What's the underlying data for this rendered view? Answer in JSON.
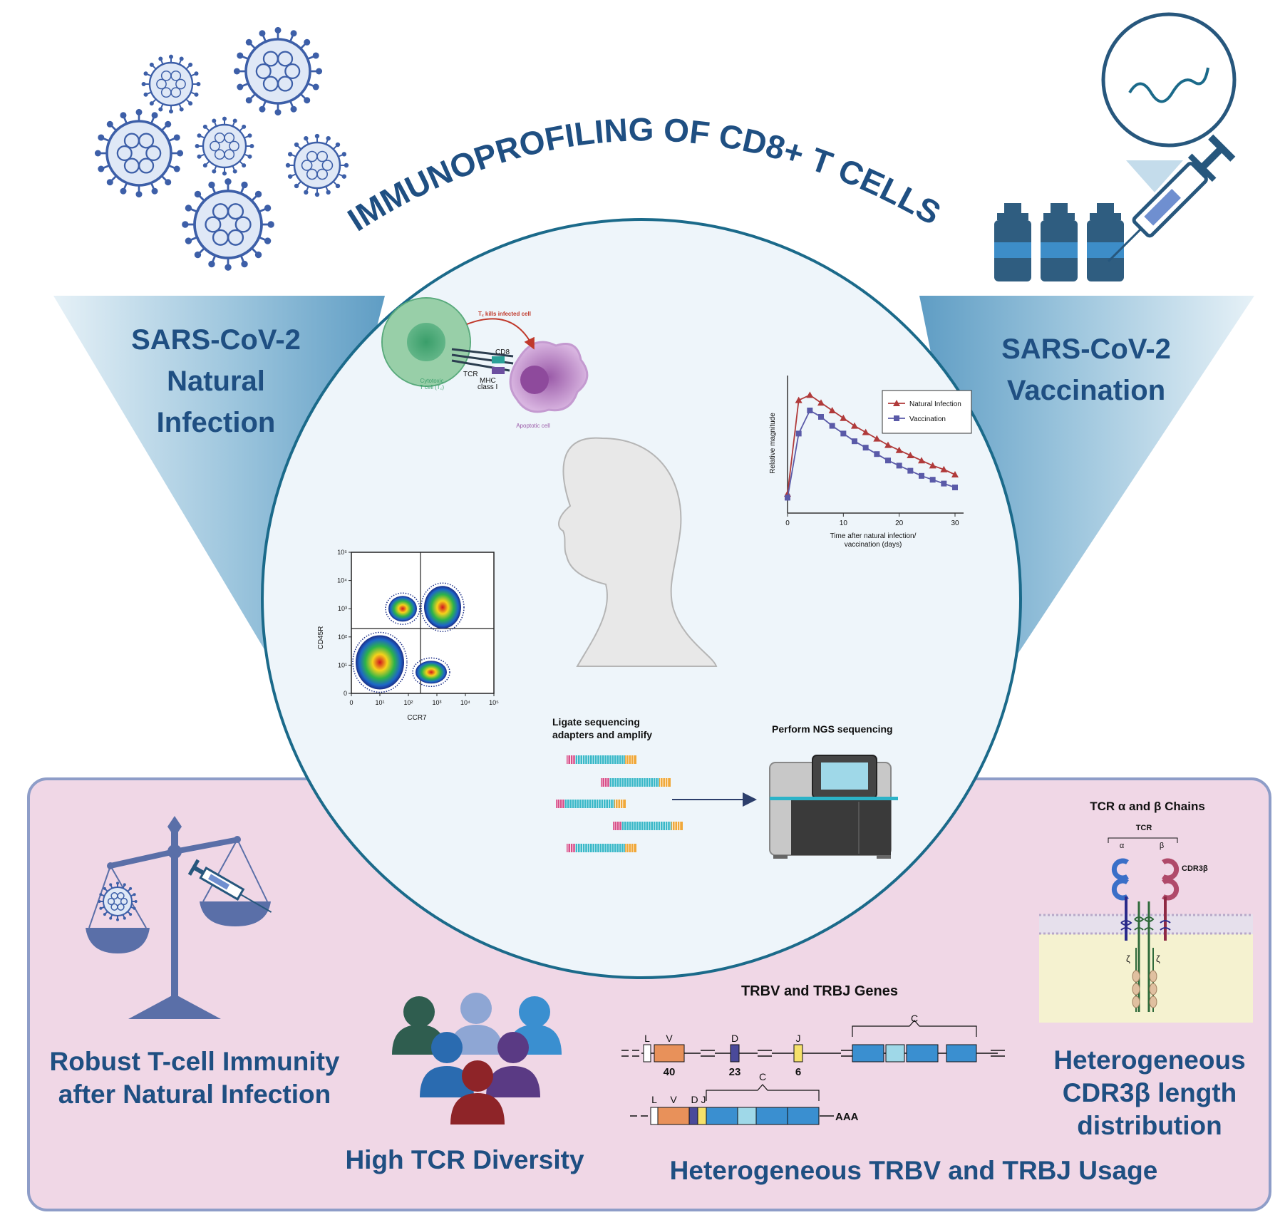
{
  "title": "IMMUNOPROFILING OF CD8+ T CELLS",
  "left_panel": {
    "line1": "SARS-CoV-2",
    "line2": "Natural",
    "line3": "Infection"
  },
  "right_panel": {
    "line1": "SARS-CoV-2",
    "line2": "Vaccination"
  },
  "cell_diagram": {
    "kill_label": "T꜀ kills infected cell",
    "cd8": "CD8",
    "tcr": "TCR",
    "mhc_line1": "MHC",
    "mhc_line2": "class I",
    "tc_line1": "Cytotoxic",
    "tc_line2": "T cell (T꜀)",
    "apoptotic": "Apoptotic cell"
  },
  "chart_data": [
    {
      "type": "line",
      "ylabel": "Relative magnitude",
      "xlabel_line1": "Time after natural infection/",
      "xlabel_line2": "vaccination (days)",
      "xlim": [
        0,
        30
      ],
      "x_ticks": [
        "0",
        "10",
        "20",
        "30"
      ],
      "legend_position": "top-right",
      "x": [
        0,
        2,
        4,
        6,
        8,
        10,
        12,
        14,
        16,
        18,
        20,
        22,
        24,
        26,
        28,
        30
      ],
      "series": [
        {
          "name": "Natural Infection",
          "color": "#b03a3a",
          "marker": "triangle",
          "values": [
            0.15,
            0.88,
            0.92,
            0.86,
            0.8,
            0.74,
            0.68,
            0.63,
            0.58,
            0.53,
            0.49,
            0.45,
            0.41,
            0.37,
            0.34,
            0.3
          ]
        },
        {
          "name": "Vaccination",
          "color": "#5a5aa8",
          "marker": "square",
          "values": [
            0.12,
            0.62,
            0.8,
            0.75,
            0.68,
            0.62,
            0.56,
            0.51,
            0.46,
            0.41,
            0.37,
            0.33,
            0.29,
            0.26,
            0.23,
            0.2
          ]
        }
      ]
    },
    {
      "type": "scatter",
      "xlabel": "CCR7",
      "ylabel": "CD45R",
      "x_ticks": [
        "0",
        "10¹",
        "10²",
        "10³",
        "10⁴",
        "10⁵"
      ],
      "y_ticks": [
        "0",
        "10¹",
        "10²",
        "10³",
        "10⁴",
        "10⁵"
      ],
      "populations": [
        {
          "quadrant": "upper-left",
          "x": 1.8,
          "y": 3.0
        },
        {
          "quadrant": "upper-right",
          "x": 3.2,
          "y": 3.05
        },
        {
          "quadrant": "lower-left",
          "x": 1.0,
          "y": 1.1
        },
        {
          "quadrant": "lower-right",
          "x": 2.8,
          "y": 0.75
        }
      ]
    }
  ],
  "sequencing": {
    "ligate_line1": "Ligate sequencing",
    "ligate_line2": "adapters and amplify",
    "ngs": "Perform NGS sequencing"
  },
  "bottom": {
    "robust_line1": "Robust T-cell Immunity",
    "robust_line2": "after Natural Infection",
    "diversity": "High TCR Diversity",
    "trbv_genes": "TRBV and TRBJ Genes",
    "trbv_usage": "Heterogeneous TRBV and TRBJ Usage",
    "cdr3_line1": "Heterogeneous",
    "cdr3_line2": "CDR3β length",
    "cdr3_line3": "distribution"
  },
  "gene_diagram": {
    "L": "L",
    "V": "V",
    "D": "D",
    "J": "J",
    "C": "C",
    "v_num": "40",
    "d_num": "23",
    "j_num": "6",
    "L2": "L",
    "V2": "V",
    "DJ2": "D J",
    "C2": "C",
    "aaa": "AAA"
  },
  "tcr_panel": {
    "title": "TCR α and β Chains",
    "tcr": "TCR",
    "alpha": "α",
    "beta": "β",
    "cdr3b": "CDR3β",
    "zeta1": "ζ",
    "zeta2": "ζ"
  }
}
